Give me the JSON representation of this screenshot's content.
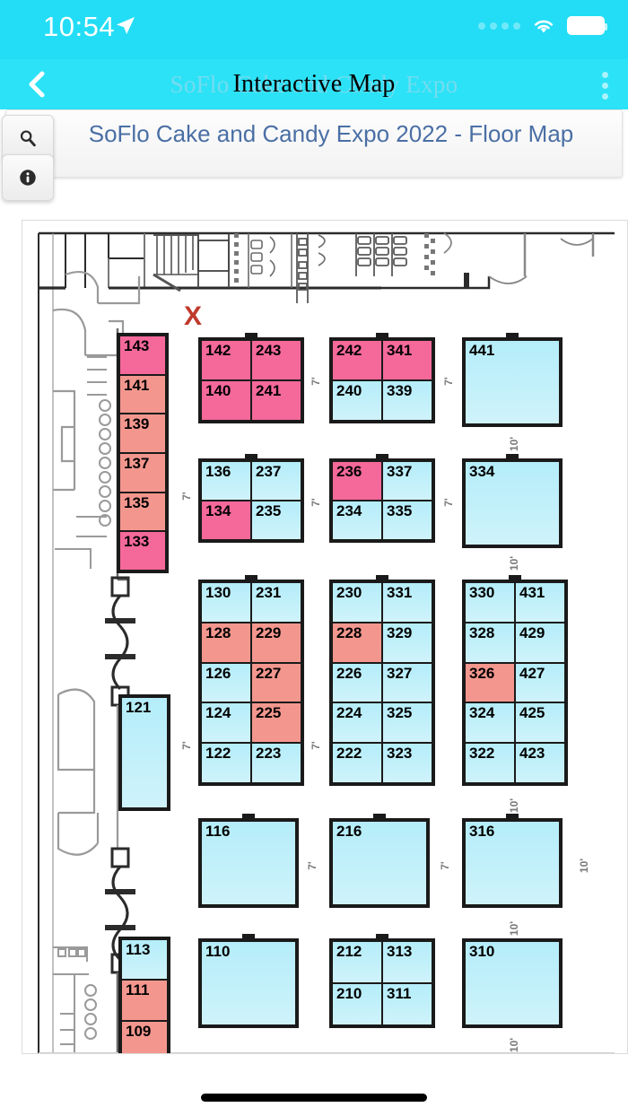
{
  "status_bar": {
    "time": "10:54",
    "location_icon": "location-arrow-icon",
    "signal_icon": "signal-dots-icon",
    "wifi_icon": "wifi-icon",
    "battery_icon": "battery-full-icon"
  },
  "nav_bar": {
    "back_icon": "chevron-left-icon",
    "title": "Interactive Map",
    "background_title": "SoFlo Cake and Candy Expo",
    "menu_icon": "overflow-menu-icon"
  },
  "title_bar": {
    "text": "SoFlo Cake and Candy Expo 2022 - Floor Map",
    "search_icon": "search-icon",
    "info_icon": "info-icon"
  },
  "colors": {
    "accent_cyan": "#22DDF5",
    "nav_cyan": "#2CE2F7",
    "booth_blue": "#B4EDF9",
    "booth_pink": "#F4699A",
    "booth_salmon": "#F3978E",
    "title_text": "#4A6FA5",
    "marker_red": "#C0392B"
  },
  "map": {
    "marker": "X",
    "dimension_label": "10'",
    "aisle_label": "7'",
    "blocks": [
      {
        "id": "block-143-133",
        "cols": 1,
        "cells": [
          {
            "label": "143",
            "color": "pink"
          },
          {
            "label": "141",
            "color": "salmon"
          },
          {
            "label": "139",
            "color": "salmon"
          },
          {
            "label": "137",
            "color": "salmon"
          },
          {
            "label": "135",
            "color": "salmon"
          },
          {
            "label": "133",
            "color": "pink"
          }
        ]
      },
      {
        "id": "block-142-241",
        "cols": 2,
        "cells": [
          {
            "label": "142",
            "color": "pink"
          },
          {
            "label": "243",
            "color": "pink"
          },
          {
            "label": "140",
            "color": "pink"
          },
          {
            "label": "241",
            "color": "pink"
          }
        ]
      },
      {
        "id": "block-242-339",
        "cols": 2,
        "cells": [
          {
            "label": "242",
            "color": "pink"
          },
          {
            "label": "341",
            "color": "pink"
          },
          {
            "label": "240",
            "color": "blue"
          },
          {
            "label": "339",
            "color": "blue"
          }
        ]
      },
      {
        "id": "block-441",
        "cols": 1,
        "cells": [
          {
            "label": "441",
            "color": "blue"
          }
        ]
      },
      {
        "id": "block-136-235",
        "cols": 2,
        "cells": [
          {
            "label": "136",
            "color": "blue"
          },
          {
            "label": "237",
            "color": "blue"
          },
          {
            "label": "134",
            "color": "pink"
          },
          {
            "label": "235",
            "color": "blue"
          }
        ]
      },
      {
        "id": "block-236-335",
        "cols": 2,
        "cells": [
          {
            "label": "236",
            "color": "pink"
          },
          {
            "label": "337",
            "color": "blue"
          },
          {
            "label": "234",
            "color": "blue"
          },
          {
            "label": "335",
            "color": "blue"
          }
        ]
      },
      {
        "id": "block-334",
        "cols": 1,
        "cells": [
          {
            "label": "334",
            "color": "blue"
          }
        ]
      },
      {
        "id": "block-130-223",
        "cols": 2,
        "cells": [
          {
            "label": "130",
            "color": "blue"
          },
          {
            "label": "231",
            "color": "blue"
          },
          {
            "label": "128",
            "color": "salmon"
          },
          {
            "label": "229",
            "color": "salmon"
          },
          {
            "label": "126",
            "color": "blue"
          },
          {
            "label": "227",
            "color": "salmon"
          },
          {
            "label": "124",
            "color": "blue"
          },
          {
            "label": "225",
            "color": "salmon"
          },
          {
            "label": "122",
            "color": "blue"
          },
          {
            "label": "223",
            "color": "blue"
          }
        ]
      },
      {
        "id": "block-230-323",
        "cols": 2,
        "cells": [
          {
            "label": "230",
            "color": "blue"
          },
          {
            "label": "331",
            "color": "blue"
          },
          {
            "label": "228",
            "color": "salmon"
          },
          {
            "label": "329",
            "color": "blue"
          },
          {
            "label": "226",
            "color": "blue"
          },
          {
            "label": "327",
            "color": "blue"
          },
          {
            "label": "224",
            "color": "blue"
          },
          {
            "label": "325",
            "color": "blue"
          },
          {
            "label": "222",
            "color": "blue"
          },
          {
            "label": "323",
            "color": "blue"
          }
        ]
      },
      {
        "id": "block-330-423",
        "cols": 2,
        "cells": [
          {
            "label": "330",
            "color": "blue"
          },
          {
            "label": "431",
            "color": "blue"
          },
          {
            "label": "328",
            "color": "blue"
          },
          {
            "label": "429",
            "color": "blue"
          },
          {
            "label": "326",
            "color": "salmon"
          },
          {
            "label": "427",
            "color": "blue"
          },
          {
            "label": "324",
            "color": "blue"
          },
          {
            "label": "425",
            "color": "blue"
          },
          {
            "label": "322",
            "color": "blue"
          },
          {
            "label": "423",
            "color": "blue"
          }
        ]
      },
      {
        "id": "block-121",
        "cols": 1,
        "cells": [
          {
            "label": "121",
            "color": "blue"
          }
        ]
      },
      {
        "id": "block-116",
        "cols": 1,
        "cells": [
          {
            "label": "116",
            "color": "blue"
          }
        ]
      },
      {
        "id": "block-216",
        "cols": 1,
        "cells": [
          {
            "label": "216",
            "color": "blue"
          }
        ]
      },
      {
        "id": "block-316",
        "cols": 1,
        "cells": [
          {
            "label": "316",
            "color": "blue"
          }
        ]
      },
      {
        "id": "block-113-109",
        "cols": 1,
        "cells": [
          {
            "label": "113",
            "color": "blue"
          },
          {
            "label": "111",
            "color": "salmon"
          },
          {
            "label": "109",
            "color": "salmon"
          }
        ]
      },
      {
        "id": "block-110",
        "cols": 1,
        "cells": [
          {
            "label": "110",
            "color": "blue"
          }
        ]
      },
      {
        "id": "block-212-311",
        "cols": 2,
        "cells": [
          {
            "label": "212",
            "color": "blue"
          },
          {
            "label": "313",
            "color": "blue"
          },
          {
            "label": "210",
            "color": "blue"
          },
          {
            "label": "311",
            "color": "blue"
          }
        ]
      },
      {
        "id": "block-310",
        "cols": 1,
        "cells": [
          {
            "label": "310",
            "color": "blue"
          }
        ]
      }
    ]
  }
}
